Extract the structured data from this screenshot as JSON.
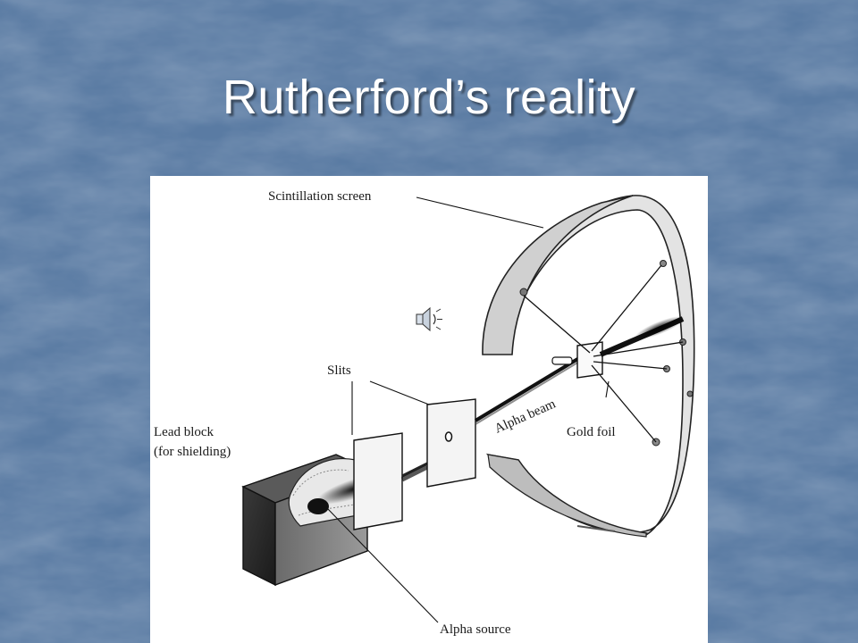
{
  "slide": {
    "title": "Rutherford’s reality",
    "background_color": "#5a7ba3"
  },
  "figure": {
    "labels": {
      "scintillation_screen": "Scintillation screen",
      "slits": "Slits",
      "lead_block_line1": "Lead block",
      "lead_block_line2": "(for shielding)",
      "alpha_beam": "Alpha beam",
      "gold_foil": "Gold foil",
      "alpha_source": "Alpha source"
    }
  },
  "audio": {
    "icon": "speaker-icon"
  }
}
